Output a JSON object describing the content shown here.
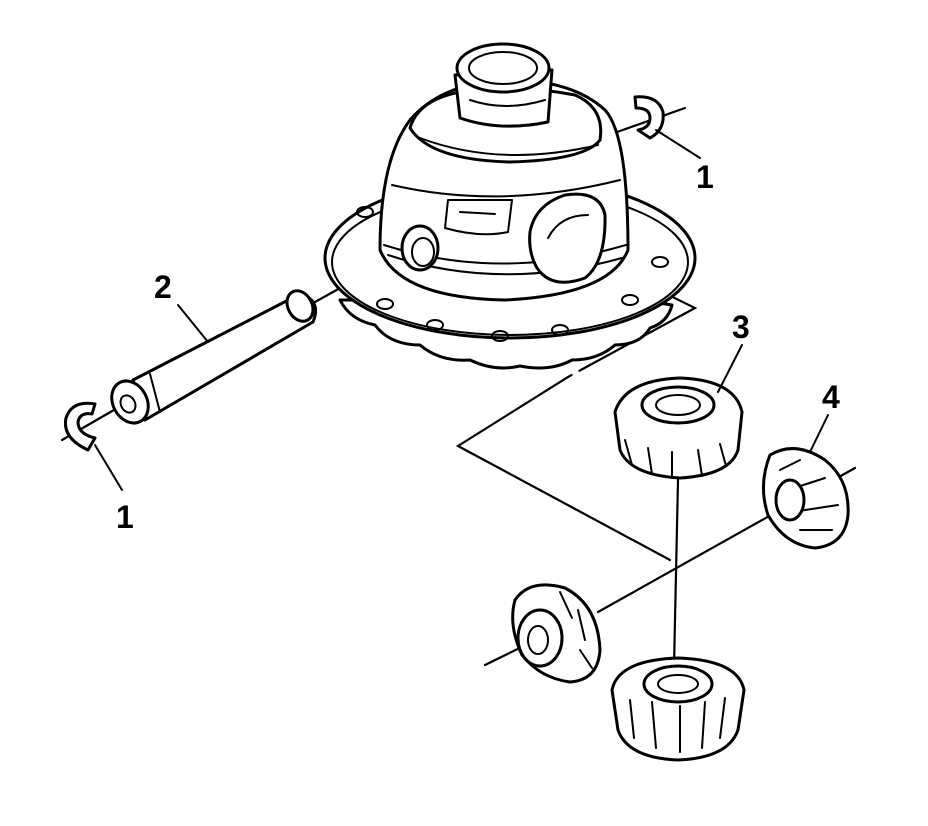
{
  "diagram": {
    "callouts": {
      "c1a": "1",
      "c1b": "1",
      "c2": "2",
      "c3": "3",
      "c4": "4"
    }
  }
}
